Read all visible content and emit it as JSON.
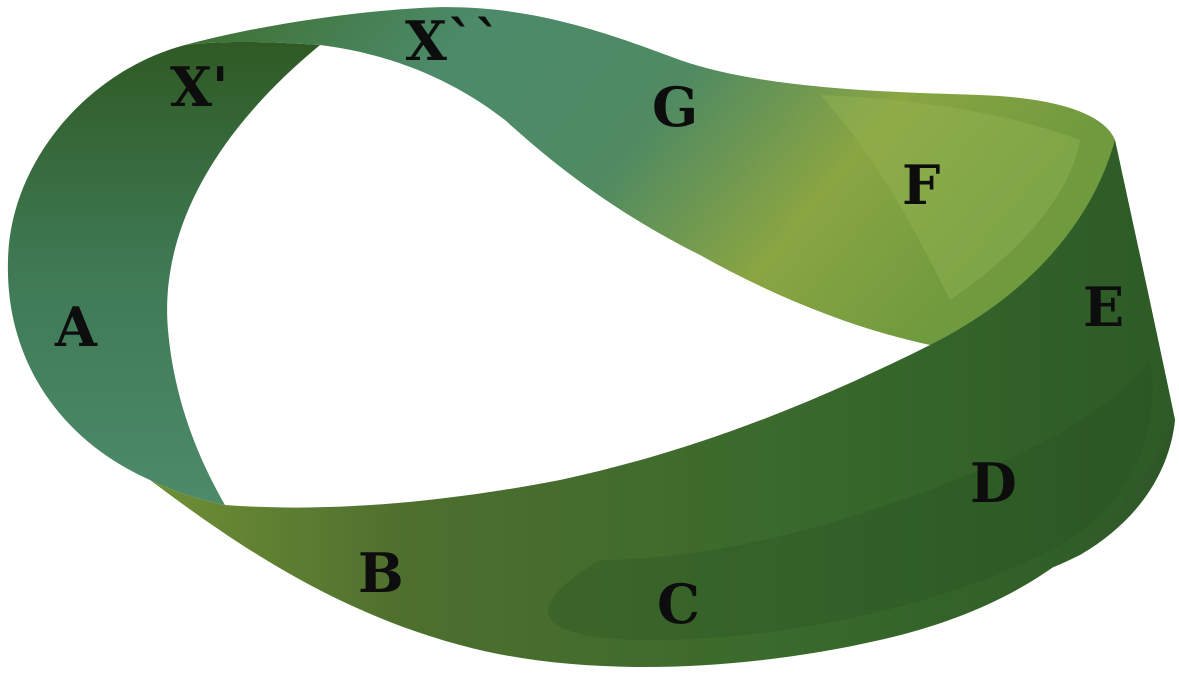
{
  "image": {
    "subject": "mobius-strip",
    "colors": {
      "background": "#ffffff",
      "band_dark": "#2f5a24",
      "band_mid": "#3f7a3a",
      "band_teal": "#4c8a6a",
      "band_light": "#8aa542",
      "label": "#0d0d0d"
    }
  },
  "labels": {
    "x_prime": "X'",
    "x_double_prime": "X``",
    "g": "G",
    "f": "F",
    "a": "A",
    "e": "E",
    "d": "D",
    "b": "B",
    "c": "C"
  }
}
